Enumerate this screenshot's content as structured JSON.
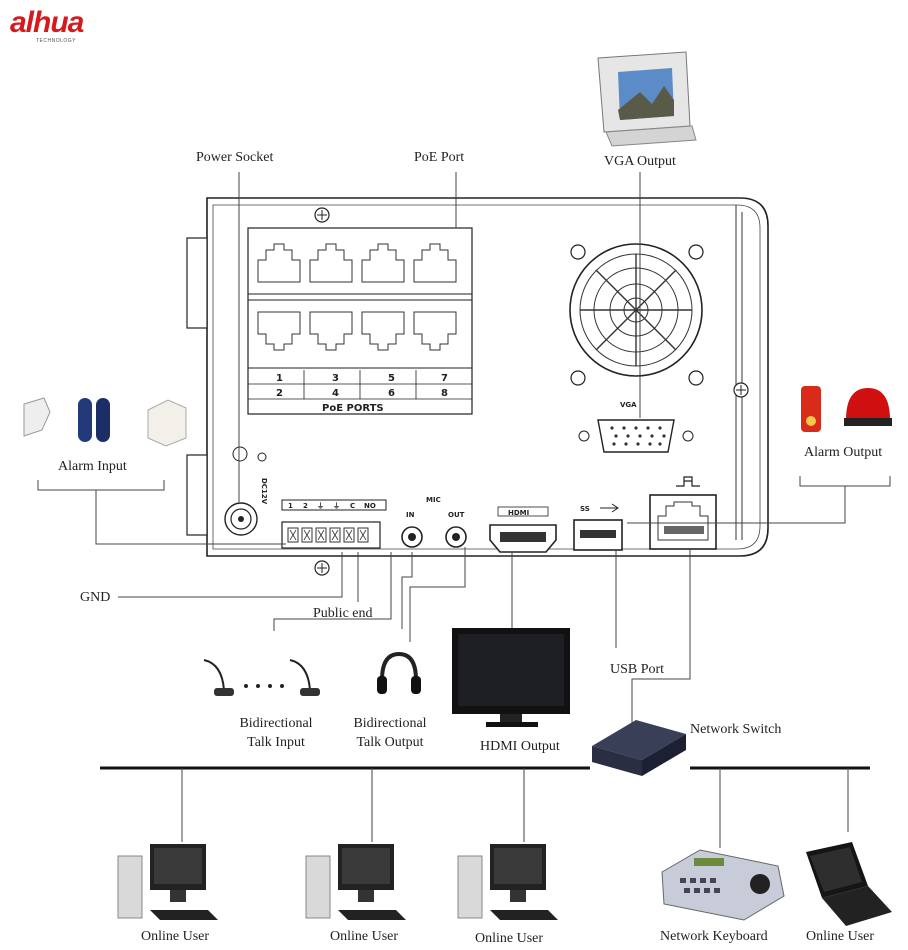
{
  "brand": {
    "name": "alhua",
    "tagline": "TECHNOLOGY"
  },
  "labels": {
    "power_socket": "Power Socket",
    "poe_port": "PoE Port",
    "vga_output": "VGA Output",
    "alarm_input": "Alarm Input",
    "alarm_output": "Alarm Output",
    "gnd": "GND",
    "public_end": "Public end",
    "usb_port": "USB Port",
    "network_switch": "Network Switch",
    "bidirectional_talk_input_1": "Bidirectional",
    "bidirectional_talk_input_2": "Talk Input",
    "bidirectional_talk_output_1": "Bidirectional",
    "bidirectional_talk_output_2": "Talk Output",
    "hdmi_output": "HDMI Output",
    "online_user": "Online User",
    "network_keyboard": "Network Keyboard"
  },
  "panel": {
    "poe_numbers_top": [
      "1",
      "3",
      "5",
      "7"
    ],
    "poe_numbers_bottom": [
      "2",
      "4",
      "6",
      "8"
    ],
    "poe_ports_text": "PoE PORTS",
    "vga_text": "VGA",
    "mic_text": "MIC",
    "mic_in": "IN",
    "mic_out": "OUT",
    "hdmi_text": "HDMI",
    "usb_text": "SS",
    "dc_text": "DC12V",
    "alarm_terminals": [
      "1",
      "2",
      "⏚",
      "⏚",
      "C",
      "NO"
    ]
  }
}
